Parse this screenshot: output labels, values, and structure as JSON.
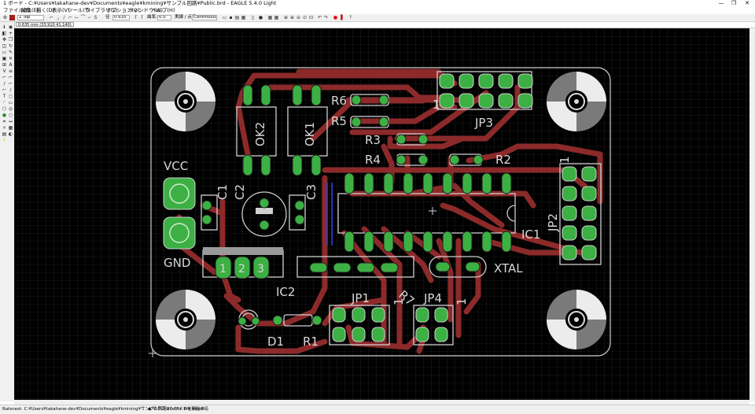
{
  "window": {
    "title": "1 ボード - C:¥Users¥takahane-dev¥Documents¥eagle¥kmining¥サンプル回路¥Public.brd - EAGLE 5.4.0 Light",
    "minimize": "—",
    "maximize": "❐",
    "close": "✕"
  },
  "menu": [
    "ファイル(F)",
    "編集(E)",
    "描く(D)",
    "表示(V)",
    "ツール(T)",
    "ライブラリ(L)",
    "オプション(O)",
    "ウィンドウ(W)",
    "ヘルプ(H)"
  ],
  "toolbar": {
    "layer": "1 Top",
    "width_label": "径",
    "width_value": "0.635",
    "miter_label": "曲率:",
    "miter_value": "0.0",
    "style_label": "実線 / 点線:",
    "style_value": "Continuous"
  },
  "coordinates": "0.635 mm (33.910 41.140)",
  "status": {
    "left": "Ratsnest: C:¥Users¥takahane-dev¥Documents¥eagle¥kmining¥サンプル回路¥Public.brd saved.",
    "right": "◆ セクションワイヤを開始する"
  },
  "board": {
    "labels": {
      "vcc": "VCC",
      "gnd": "GND",
      "c1": "C1",
      "c2": "C2",
      "c3": "C3",
      "ok1": "OK1",
      "ok2": "OK2",
      "r1": "R1",
      "r2": "R2",
      "r3": "R3",
      "r4": "R4",
      "r5": "R5",
      "r6": "R6",
      "r7": "R7",
      "d1": "D1",
      "ic1": "IC1",
      "ic2": "IC2",
      "jp1": "JP1",
      "jp2": "JP2",
      "jp3": "JP3",
      "jp4": "JP4",
      "xtal": "XTAL",
      "pin1": "1",
      "ic2_p1": "1",
      "ic2_p2": "2",
      "ic2_p3": "3"
    }
  },
  "colors": {
    "board_bg": "#000000",
    "trace": "#8c2a2a",
    "pad": "#3cb043",
    "silk": "#d0d0d0",
    "grid": "#3a3a3a"
  }
}
